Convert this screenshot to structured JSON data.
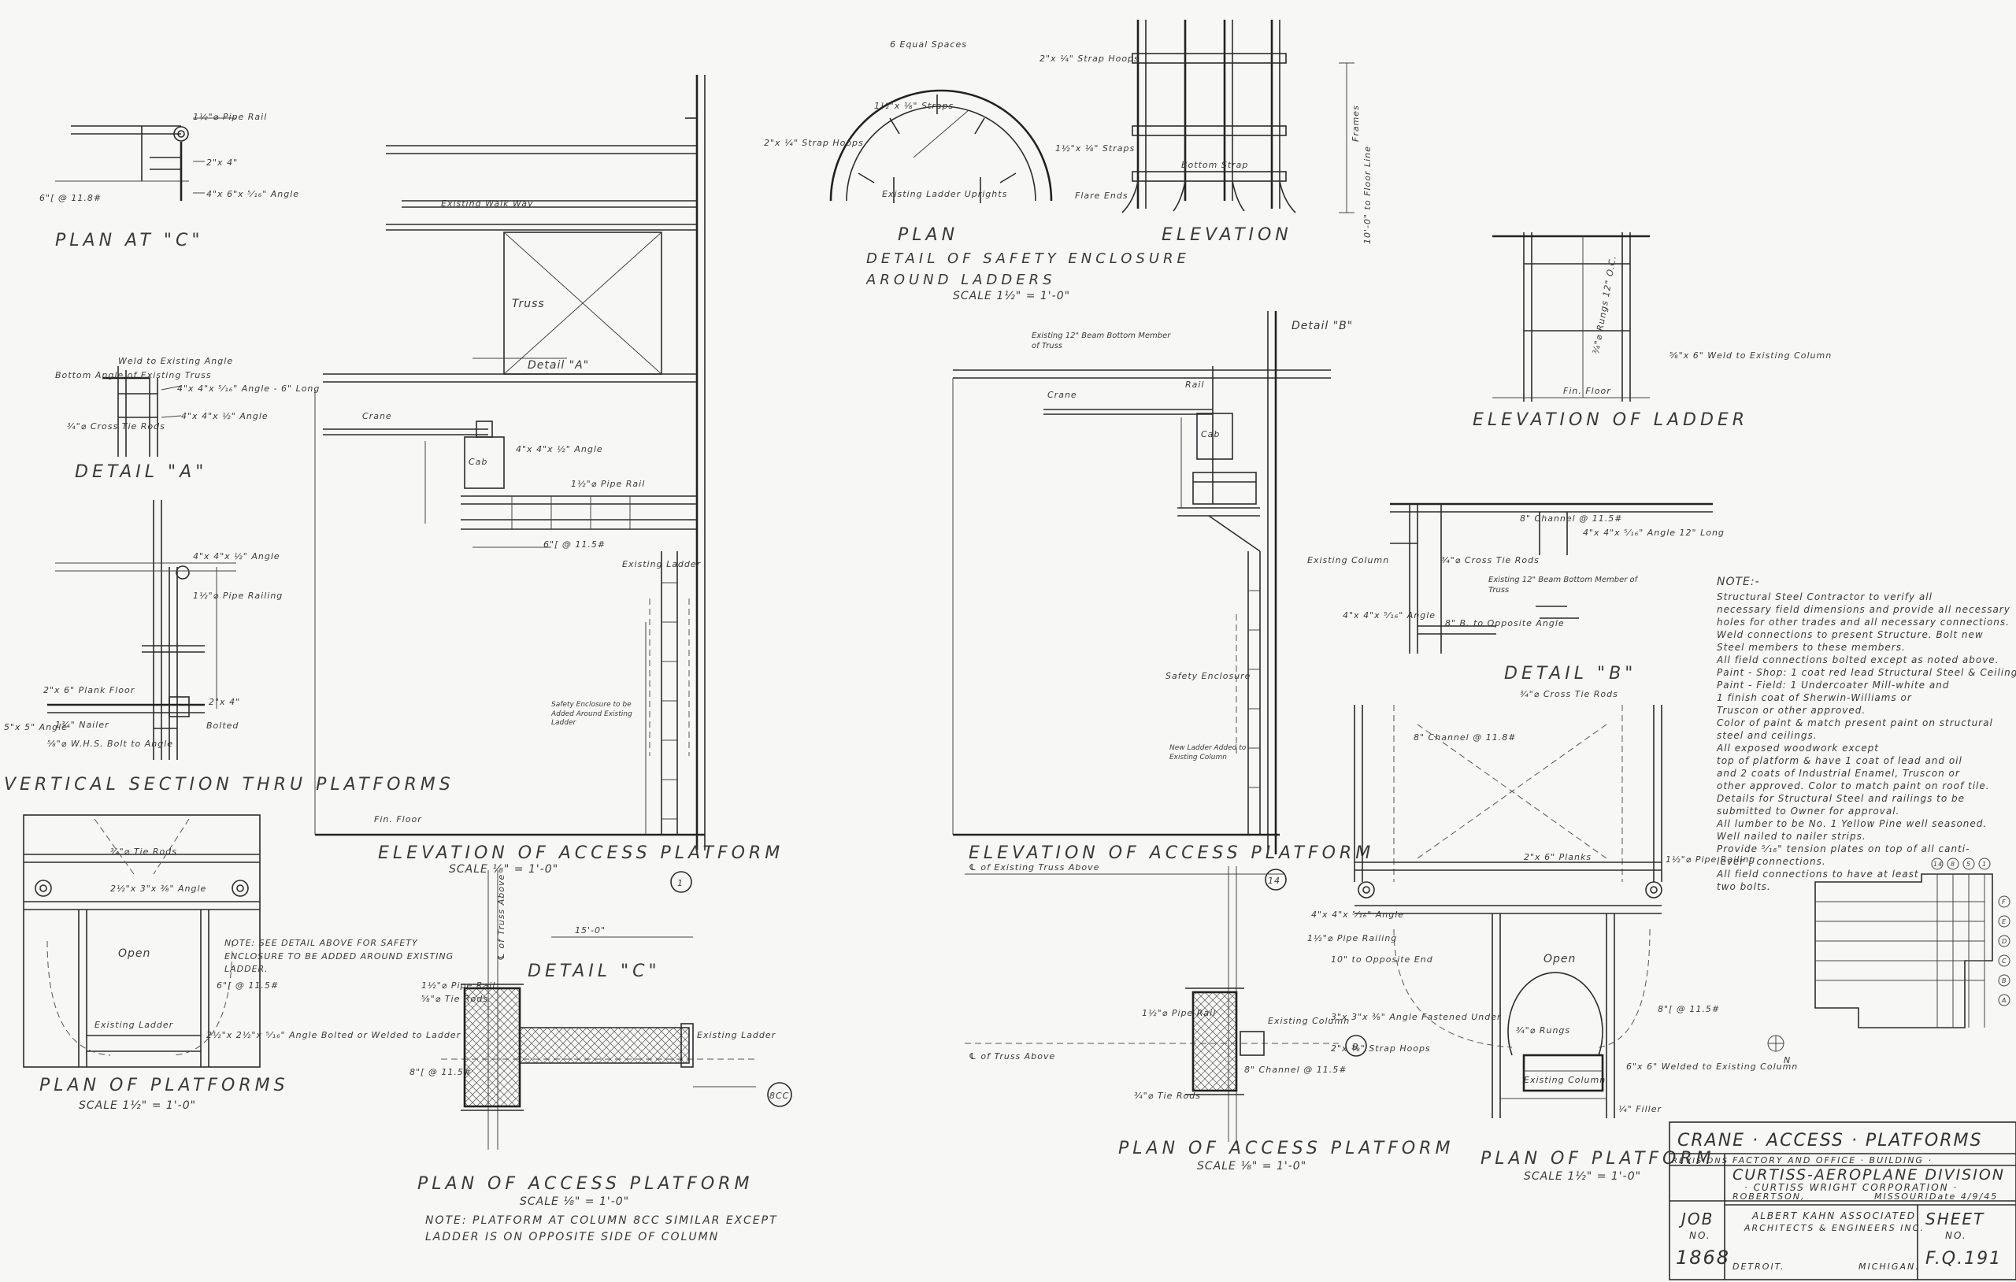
{
  "views": {
    "plan_at_c": {
      "title": "PLAN AT \"C\"",
      "notes": [
        "1½\"⌀ Pipe Rail",
        "2\"x 4\"",
        "6\"[ @ 11.8#",
        "4\"x 6\"x ⁵⁄₁₆\" Angle"
      ]
    },
    "detail_a": {
      "title": "DETAIL \"A\"",
      "notes": [
        "Weld to Existing Angle",
        "Bottom Angle of Existing Truss",
        "4\"x 4\"x ⁵⁄₁₆\" Angle - 6\" Long",
        "4\"x 4\"x ½\" Angle",
        "¾\"⌀ Cross Tie Rods"
      ]
    },
    "vertical_section": {
      "title": "VERTICAL SECTION THRU PLATFORMS",
      "notes": [
        "4\"x 4\"x ½\" Angle",
        "1½\"⌀ Pipe Railing",
        "2\"x 6\" Plank Floor",
        "2\"x 4\"",
        "5\"x 5\" Angle",
        "1¾\" Nailer",
        "⅝\"⌀ W.H.S. Bolt to Angle",
        "Bolted"
      ]
    },
    "plan_of_platforms": {
      "title": "PLAN OF PLATFORMS",
      "scale": "SCALE 1½\" = 1'-0\"",
      "notes": [
        "¾\"⌀ Tie Rods",
        "2½\"x 3\"x ⅜\" Angle",
        "Open",
        "Existing Ladder",
        "6\"[ @ 11.5#",
        "2½\"x 2½\"x ⁵⁄₁₆\" Angle Bolted or Welded to Ladder"
      ],
      "note_box": "NOTE: SEE DETAIL ABOVE FOR SAFETY ENCLOSURE TO BE ADDED AROUND EXISTING LADDER."
    },
    "elevation_1": {
      "title": "ELEVATION OF ACCESS PLATFORM",
      "scale": "SCALE ⅛\" = 1'-0\"",
      "column": "1",
      "notes": [
        "Existing Walk Way",
        "Truss",
        "Detail \"A\"",
        "Crane",
        "Cab",
        "Existing Ladder",
        "Safety Enclosure to be Added Around Existing Ladder",
        "Fin. Floor",
        "1½\"⌀ Pipe Rail",
        "6\"[ @ 11.5#",
        "4\"x 4\"x ½\" Angle"
      ]
    },
    "enclosure": {
      "title": "DETAIL OF SAFETY ENCLOSURE AROUND LADDERS",
      "scale": "SCALE 1½\" = 1'-0\"",
      "plan": "PLAN",
      "elevation": "ELEVATION",
      "notes": [
        "6 Equal Spaces",
        "1½\"x ⅛\" Straps",
        "2\"x ¼\" Strap Hoops",
        "Existing Ladder Uprights",
        "Bottom Strap",
        "Flare Ends",
        "Frames",
        "10'-0\" to Floor Line"
      ]
    },
    "elevation_14": {
      "title": "ELEVATION OF ACCESS PLATFORM",
      "column": "14",
      "notes": [
        "Existing 12\" Beam Bottom Member of Truss",
        "Detail \"B\"",
        "Crane",
        "Rail",
        "Cab",
        "Existing Column",
        "Safety Enclosure",
        "New Ladder Added to Existing Column"
      ]
    },
    "elevation_ladder": {
      "title": "ELEVATION OF LADDER",
      "notes": [
        "⅝\"x 6\" Weld to Existing Column",
        "Fin. Floor",
        "¾\"⌀ Rungs 12\" O.C."
      ]
    },
    "detail_b": {
      "title": "DETAIL \"B\"",
      "notes": [
        "8\" Channel @ 11.5#",
        "4\"x 4\"x ⁵⁄₁₆\" Angle 12\" Long",
        "¾\"⌀ Cross Tie Rods",
        "Existing 12\" Beam Bottom Member of Truss",
        "4\"x 4\"x ⁵⁄₁₆\" Angle",
        "8\" B. to Opposite Angle"
      ]
    },
    "notes_block": {
      "heading": "NOTE:-",
      "lines": [
        "Structural Steel Contractor to verify all",
        "necessary field dimensions and provide all necessary",
        "holes for other trades and all necessary connections.",
        "Weld connections to present Structure. Bolt new",
        "Steel members to these members.",
        "All field connections bolted except as noted above.",
        "Paint - Shop: 1 coat red lead Structural Steel & Ceiling.",
        "Paint - Field: 1 Undercoater Mill-white and",
        "1 finish coat of Sherwin-Williams or",
        "Truscon or other approved.",
        "Color of paint & match present paint on structural",
        "steel and ceilings.",
        "All exposed woodwork except",
        "top of platform & have 1 coat of lead and oil",
        "and 2 coats of Industrial Enamel, Truscon or",
        "other approved. Color to match paint on roof tile.",
        "Details for Structural Steel and railings to be",
        "submitted to Owner for approval.",
        "All lumber to be No. 1 Yellow Pine well seasoned.",
        "Well nailed to nailer strips.",
        "Provide ⁵⁄₁₆\" tension plates on top of all canti-",
        "lever [ connections.",
        "All field connections to have at least",
        "two bolts."
      ]
    },
    "plan_access_c": {
      "title": "PLAN OF ACCESS PLATFORM",
      "scale": "SCALE ⅛\" = 1'-0\"",
      "detail": "DETAIL \"C\"",
      "note": "NOTE: PLATFORM AT COLUMN 8CC SIMILAR EXCEPT LADDER IS ON OPPOSITE SIDE OF COLUMN",
      "notes": [
        "℄ of Truss Above",
        "15'-0\"",
        "1½\"⌀ Pipe Rail",
        "⅝\"⌀ Tie Rods",
        "8\"[ @ 11.5#",
        "Existing Ladder"
      ],
      "bubble": "8CC"
    },
    "plan_access_b": {
      "title": "PLAN OF ACCESS PLATFORM",
      "scale": "SCALE ⅛\" = 1'-0\"",
      "bubble": "B",
      "notes": [
        "℄ of Existing Truss Above",
        "℄ of Truss Above",
        "1½\"⌀ Pipe Rail",
        "Existing Column",
        "8\" Channel @ 11.5#",
        "¾\"⌀ Tie Rods"
      ]
    },
    "plan_of_platform": {
      "title": "PLAN OF PLATFORM",
      "scale": "SCALE 1½\" = 1'-0\"",
      "notes": [
        "¾\"⌀ Cross Tie Rods",
        "8\" Channel @ 11.8#",
        "2\"x 6\" Planks",
        "1½\"⌀ Pipe Railing",
        "4\"x 4\"x ⁵⁄₁₆\" Angle",
        "1½\"⌀ Pipe Railing",
        "10\" to Opposite End",
        "Open",
        "3\"x 3\"x ⅜\" Angle Fastened Under",
        "2\"x ⅜\" Strap Hoops",
        "¾\"⌀ Rungs",
        "Existing Column",
        "¼\" Filler",
        "6\"x 6\" Welded to Existing Column",
        "8\"[ @ 11.5#"
      ]
    },
    "key_plan": {
      "labels": [
        "14",
        "8",
        "5",
        "1"
      ],
      "rows": [
        "F",
        "E",
        "D",
        "C",
        "B",
        "A"
      ],
      "north": "N"
    }
  },
  "title_block": {
    "project": "CRANE · ACCESS · PLATFORMS",
    "revisions_label": "REVISIONS",
    "building": "FACTORY AND OFFICE · BUILDING ·",
    "client": "CURTISS-AEROPLANE DIVISION",
    "corporation": "· CURTISS WRIGHT CORPORATION ·",
    "city": "ROBERTSON,",
    "state": "MISSOURI.",
    "architect": "ALBERT KAHN ASSOCIATED",
    "architect2": "ARCHITECTS & ENGINEERS INC.",
    "arch_city": "DETROIT.",
    "arch_state": "MICHIGAN.",
    "job_label": "JOB",
    "job_no_label": "NO.",
    "job_no": "1868",
    "sheet_label": "SHEET",
    "sheet_no_label": "NO.",
    "sheet_no": "F.Q.191",
    "date": "Date 4/9/45"
  }
}
